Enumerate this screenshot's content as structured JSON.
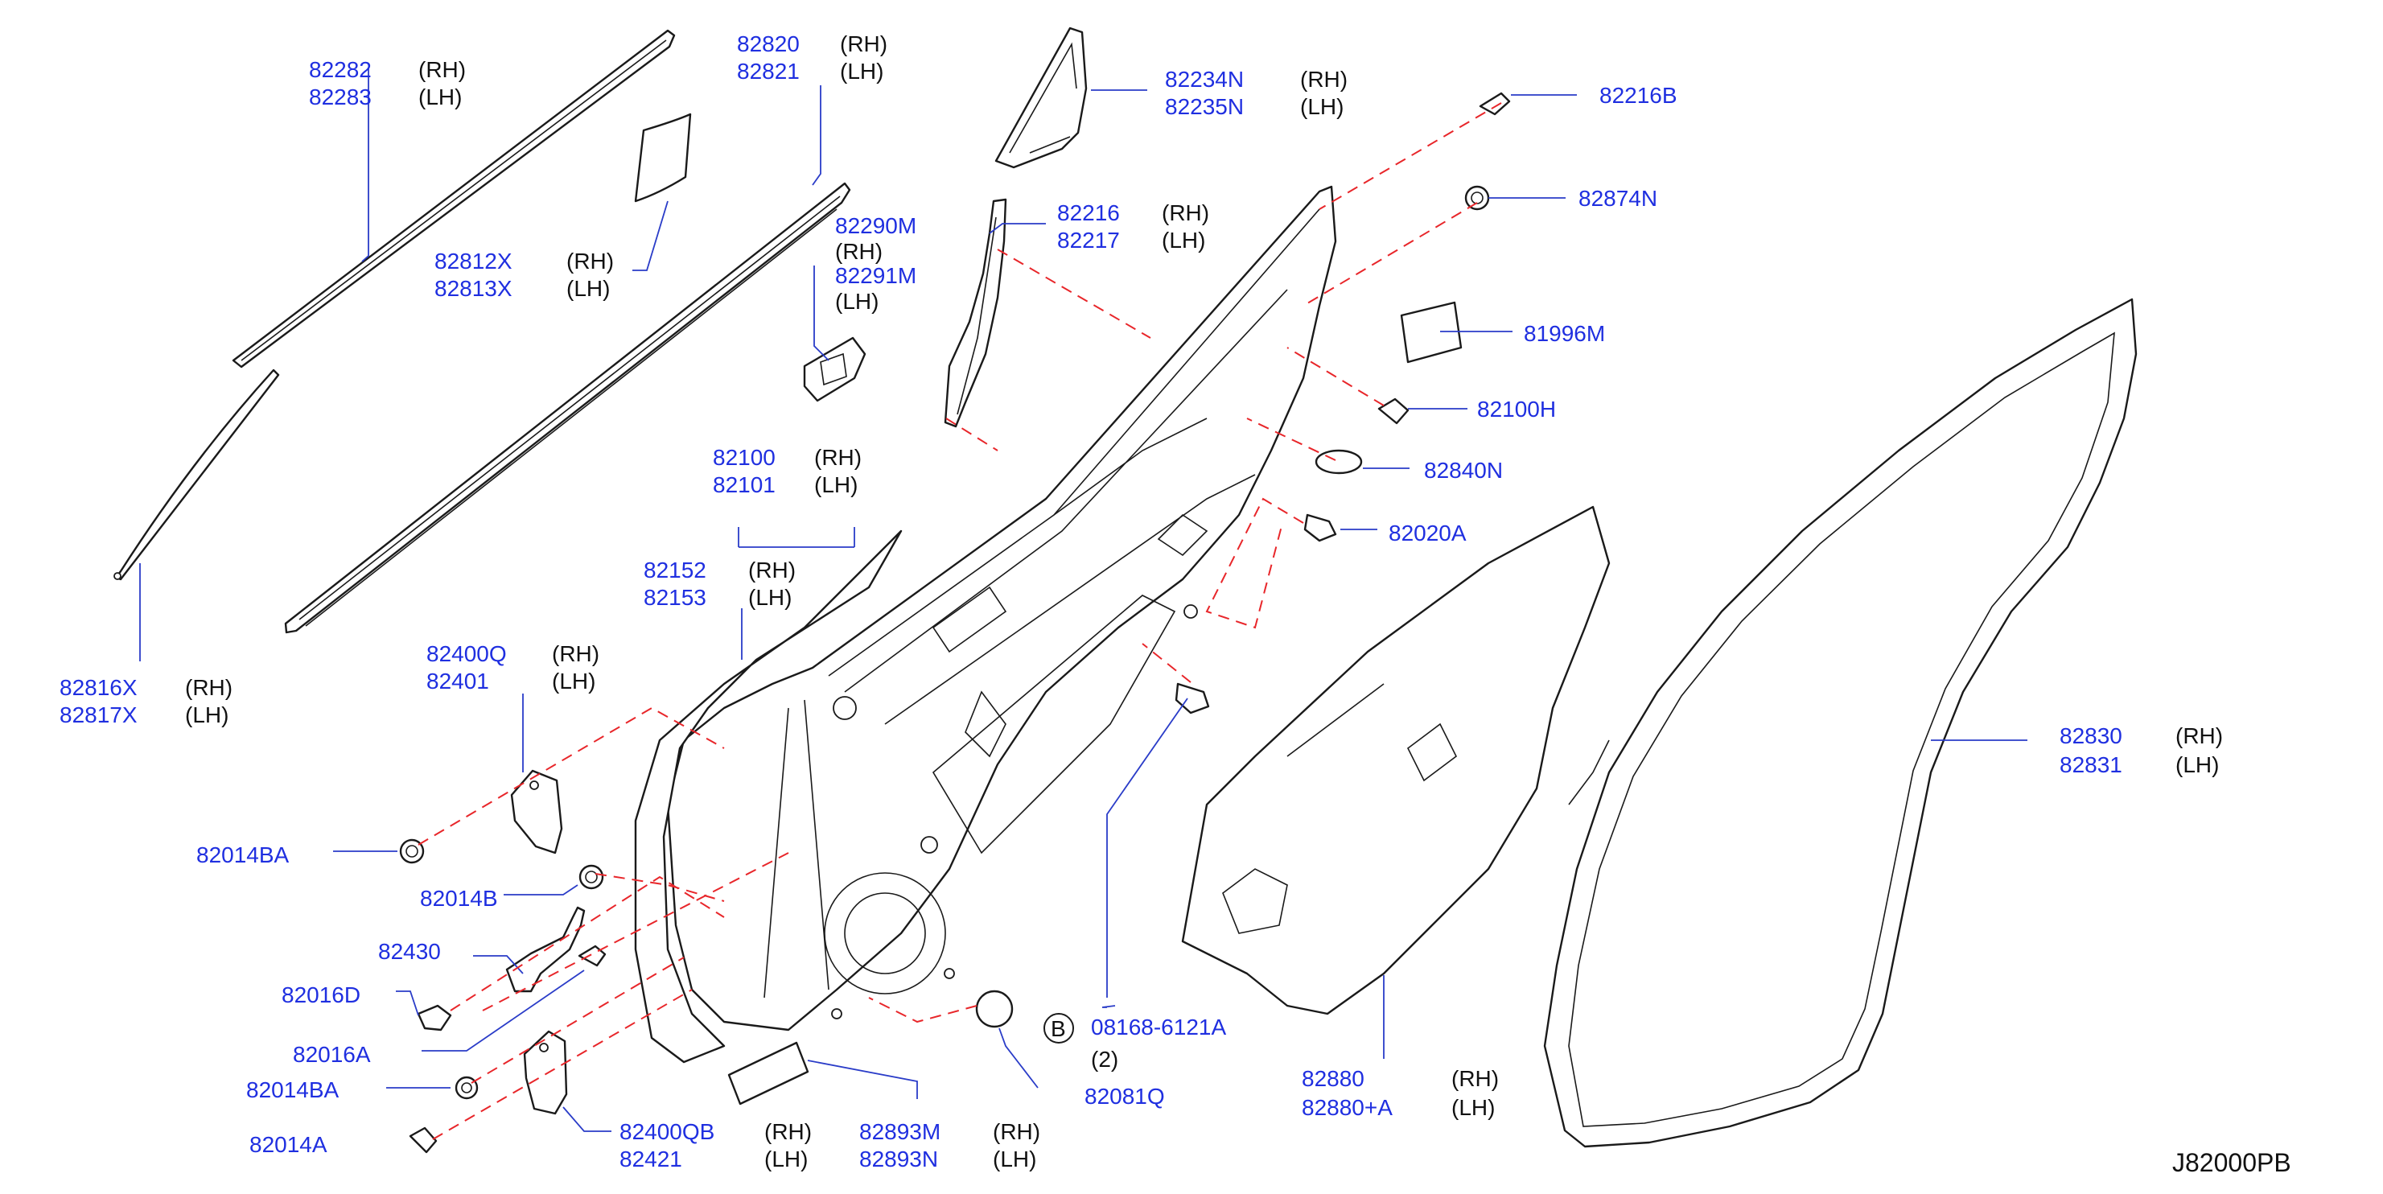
{
  "callouts": [
    {
      "part": "82282",
      "side": "(RH)"
    },
    {
      "part": "82283",
      "side": "(LH)"
    },
    {
      "part": "82820",
      "side": "(RH)"
    },
    {
      "part": "82821",
      "side": "(LH)"
    },
    {
      "part": "82234N",
      "side": "(RH)"
    },
    {
      "part": "82235N",
      "side": "(LH)"
    },
    {
      "part": "82216B",
      "side": ""
    },
    {
      "part": "82874N",
      "side": ""
    },
    {
      "part": "82216",
      "side": "(RH)"
    },
    {
      "part": "82217",
      "side": "(LH)"
    },
    {
      "part": "82290M",
      "side": "(RH)"
    },
    {
      "part": "82291M",
      "side": "(LH)"
    },
    {
      "part": "82812X",
      "side": "(RH)"
    },
    {
      "part": "82813X",
      "side": "(LH)"
    },
    {
      "part": "81996M",
      "side": ""
    },
    {
      "part": "82100H",
      "side": ""
    },
    {
      "part": "82840N",
      "side": ""
    },
    {
      "part": "82020A",
      "side": ""
    },
    {
      "part": "82100",
      "side": "(RH)"
    },
    {
      "part": "82101",
      "side": "(LH)"
    },
    {
      "part": "82152",
      "side": "(RH)"
    },
    {
      "part": "82153",
      "side": "(LH)"
    },
    {
      "part": "82816X",
      "side": "(RH)"
    },
    {
      "part": "82817X",
      "side": "(LH)"
    },
    {
      "part": "82400Q",
      "side": "(RH)"
    },
    {
      "part": "82401",
      "side": "(LH)"
    },
    {
      "part": "82830",
      "side": "(RH)"
    },
    {
      "part": "82831",
      "side": "(LH)"
    },
    {
      "part": "82014BA",
      "side": ""
    },
    {
      "part": "82014B",
      "side": ""
    },
    {
      "part": "82430",
      "side": ""
    },
    {
      "part": "82016D",
      "side": ""
    },
    {
      "part": "82016A",
      "side": ""
    },
    {
      "part": "08168-6121A",
      "side": ""
    },
    {
      "part": "(2)",
      "side": ""
    },
    {
      "part": "B",
      "side": ""
    },
    {
      "part": "82081Q",
      "side": ""
    },
    {
      "part": "82880",
      "side": "(RH)"
    },
    {
      "part": "82880+A",
      "side": "(LH)"
    },
    {
      "part": "82014BA",
      "side": ""
    },
    {
      "part": "82400QB",
      "side": "(RH)"
    },
    {
      "part": "82421",
      "side": "(LH)"
    },
    {
      "part": "82893M",
      "side": "(RH)"
    },
    {
      "part": "82893N",
      "side": "(LH)"
    },
    {
      "part": "82014A",
      "side": ""
    }
  ],
  "diagram_code": "J82000PB",
  "colors": {
    "part_number": "#1f2fe0",
    "leader_line": "#2a3cc8",
    "dashed_line": "#e8262a",
    "outline": "#1a1a1a"
  }
}
